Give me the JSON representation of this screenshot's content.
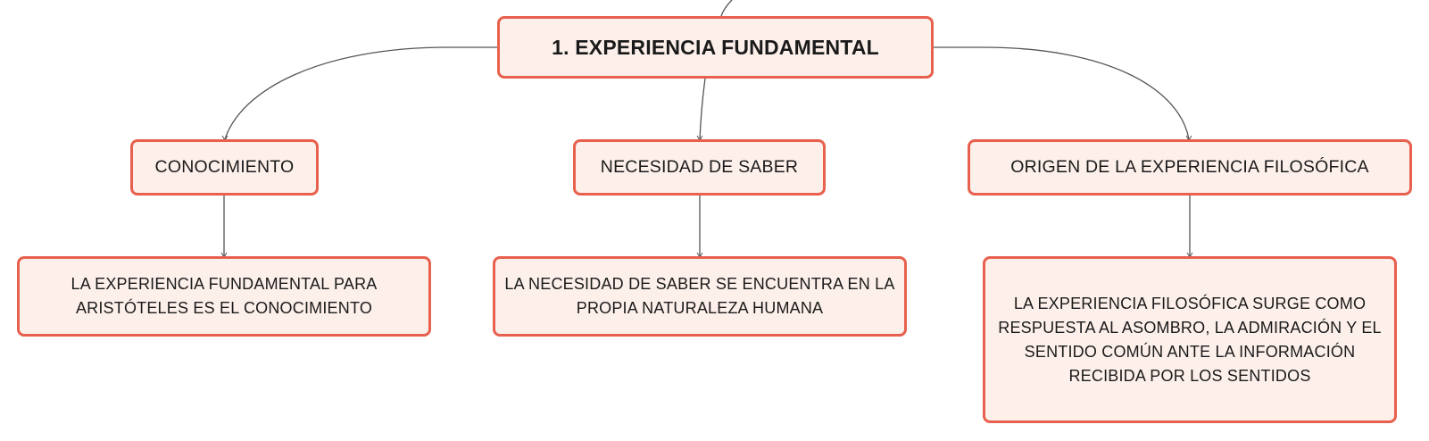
{
  "map": {
    "root": {
      "title": "1. EXPERIENCIA FUNDAMENTAL"
    },
    "branches": [
      {
        "label": "CONOCIMIENTO",
        "detail": "LA EXPERIENCIA FUNDAMENTAL PARA ARISTÓTELES ES EL CONOCIMIENTO"
      },
      {
        "label": "NECESIDAD DE SABER",
        "detail": "LA NECESIDAD DE SABER SE ENCUENTRA EN LA PROPIA NATURALEZA HUMANA"
      },
      {
        "label": "ORIGEN DE LA EXPERIENCIA FILOSÓFICA",
        "detail": "LA EXPERIENCIA FILOSÓFICA SURGE COMO RESPUESTA AL ASOMBRO, LA ADMIRACIÓN Y EL SENTIDO COMÚN ANTE LA INFORMACIÓN RECIBIDA POR LOS SENTIDOS"
      }
    ]
  },
  "colors": {
    "node_border": "#e8604e",
    "node_fill": "#fdf0eb",
    "connector": "#555555",
    "text": "#1a1a1a"
  }
}
